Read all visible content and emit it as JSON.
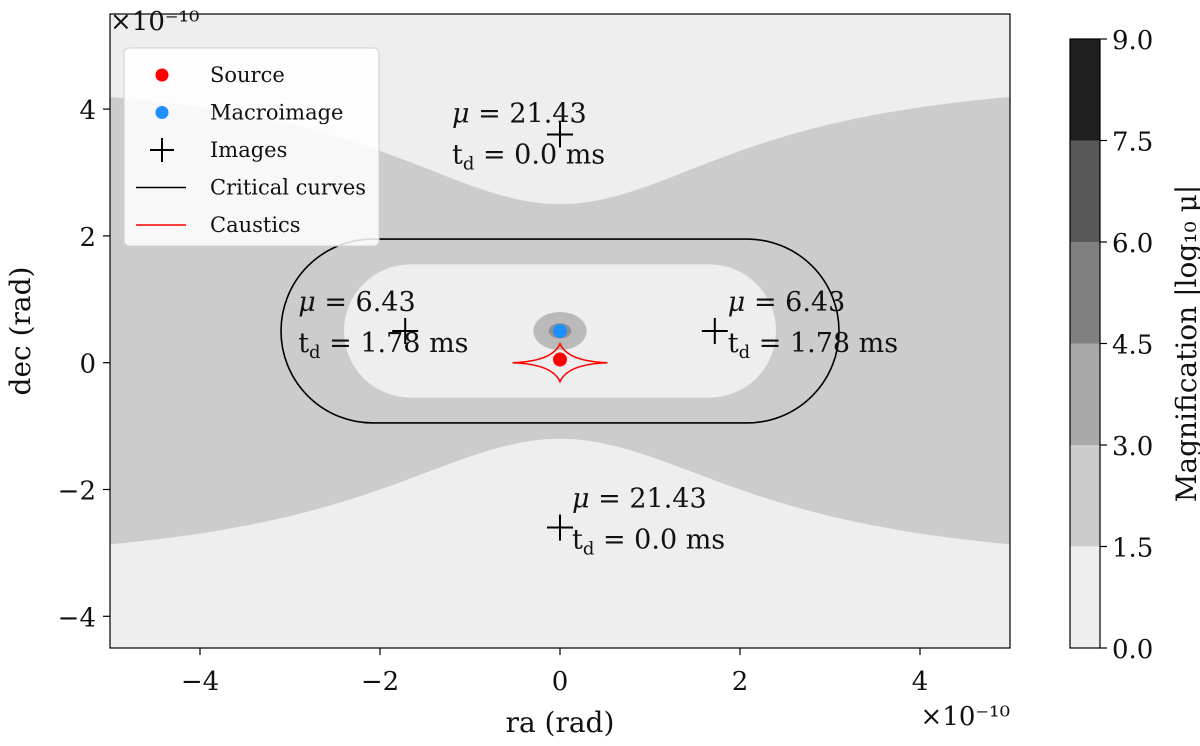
{
  "chart_data": {
    "type": "contour",
    "xlabel": "ra (rad)",
    "ylabel": "dec (rad)",
    "xlim": [
      -5e-10,
      5e-10
    ],
    "ylim": [
      -4.5e-10,
      5.5e-10
    ],
    "x_ticks": [
      -4,
      -2,
      0,
      2,
      4
    ],
    "y_ticks": [
      -4,
      -2,
      0,
      2,
      4
    ],
    "x_tick_labels": [
      "−4",
      "−2",
      "0",
      "2",
      "4"
    ],
    "y_tick_labels": [
      "−4",
      "−2",
      "0",
      "2",
      "4"
    ],
    "x_scale_label": "×10⁻¹⁰",
    "y_scale_label": "×10⁻¹⁰",
    "colorbar": {
      "label": "Magnification |log₁₀ μ|",
      "levels": [
        0.0,
        1.5,
        3.0,
        4.5,
        6.0,
        7.5,
        9.0
      ],
      "tick_labels": [
        "0.0",
        "1.5",
        "3.0",
        "4.5",
        "6.0",
        "7.5",
        "9.0"
      ],
      "colors": [
        "#eeeeee",
        "#cccccc",
        "#a8a8a8",
        "#808080",
        "#585858",
        "#202020"
      ]
    },
    "legend": {
      "placement": "upper-left",
      "entries": [
        {
          "label": "Source",
          "marker": "dot",
          "color": "#ff0000"
        },
        {
          "label": "Macroimage",
          "marker": "dot",
          "color": "#1e90ff"
        },
        {
          "label": "Images",
          "marker": "plus",
          "color": "#000000"
        },
        {
          "label": "Critical curves",
          "marker": "line",
          "color": "#000000"
        },
        {
          "label": "Caustics",
          "marker": "line",
          "color": "#ff0000"
        }
      ]
    },
    "source": {
      "x": 0.0,
      "y": 0.05
    },
    "macroimage": {
      "x": 0.0,
      "y": 0.5
    },
    "images": [
      {
        "x": 0.0,
        "y": 3.6,
        "mu": "μ = 21.43",
        "td": "t_d = 0.0 ms"
      },
      {
        "x": -1.72,
        "y": 0.5,
        "mu": "μ = 6.43",
        "td": "t_d = 1.78 ms"
      },
      {
        "x": 1.72,
        "y": 0.5,
        "mu": "μ = 6.43",
        "td": "t_d = 1.78 ms"
      },
      {
        "x": 0.0,
        "y": -2.6,
        "mu": "μ = 21.43",
        "td": "t_d = 0.0 ms"
      }
    ],
    "critical_curve": {
      "center": [
        0.0,
        0.5
      ],
      "half_width": 3.1,
      "half_height": 1.45
    },
    "caustic": {
      "center": [
        0.0,
        0.0
      ],
      "half_width": 0.75,
      "half_height": 0.3
    }
  }
}
